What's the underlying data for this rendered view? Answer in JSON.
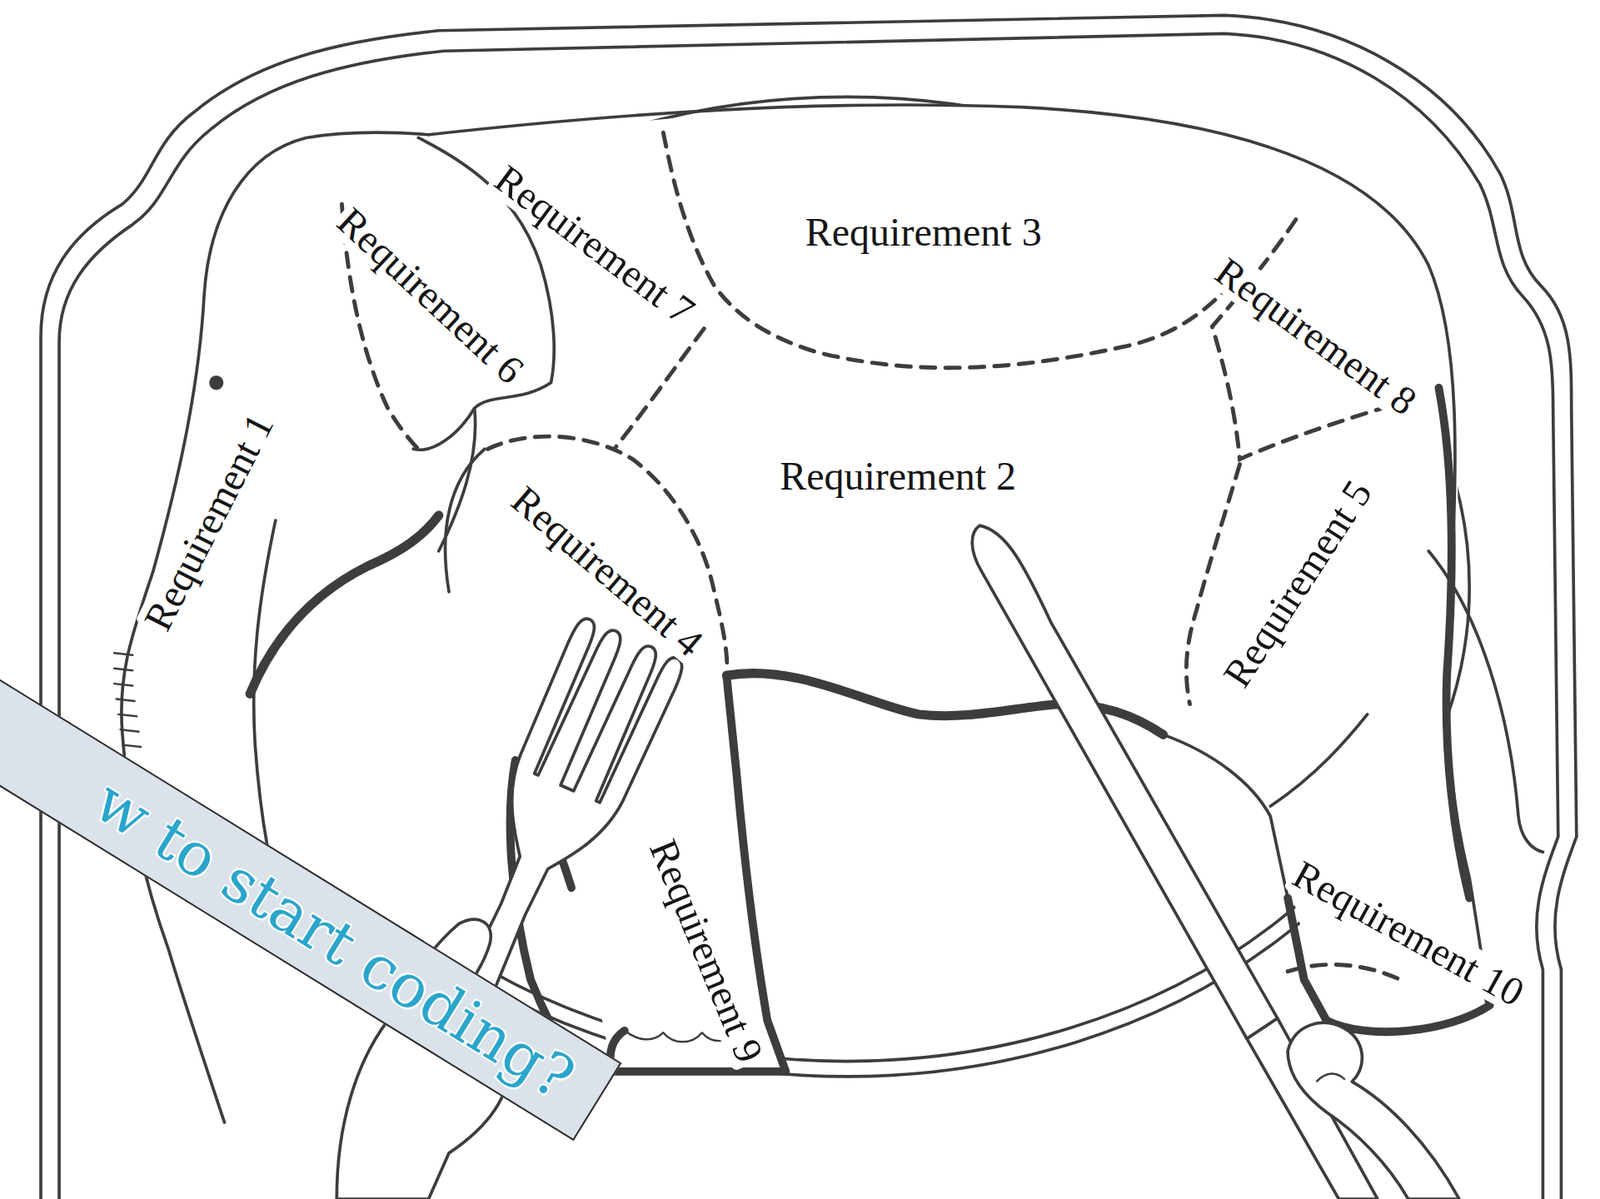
{
  "diagram": {
    "labels": [
      "Requirement 7",
      "Requirement 3",
      "Requirement 6",
      "Requirement 8",
      "Requirement 1",
      "Requirement 2",
      "Requirement 4",
      "Requirement 5",
      "Requirement 9",
      "Requirement 10",
      "w to start coding?"
    ]
  }
}
